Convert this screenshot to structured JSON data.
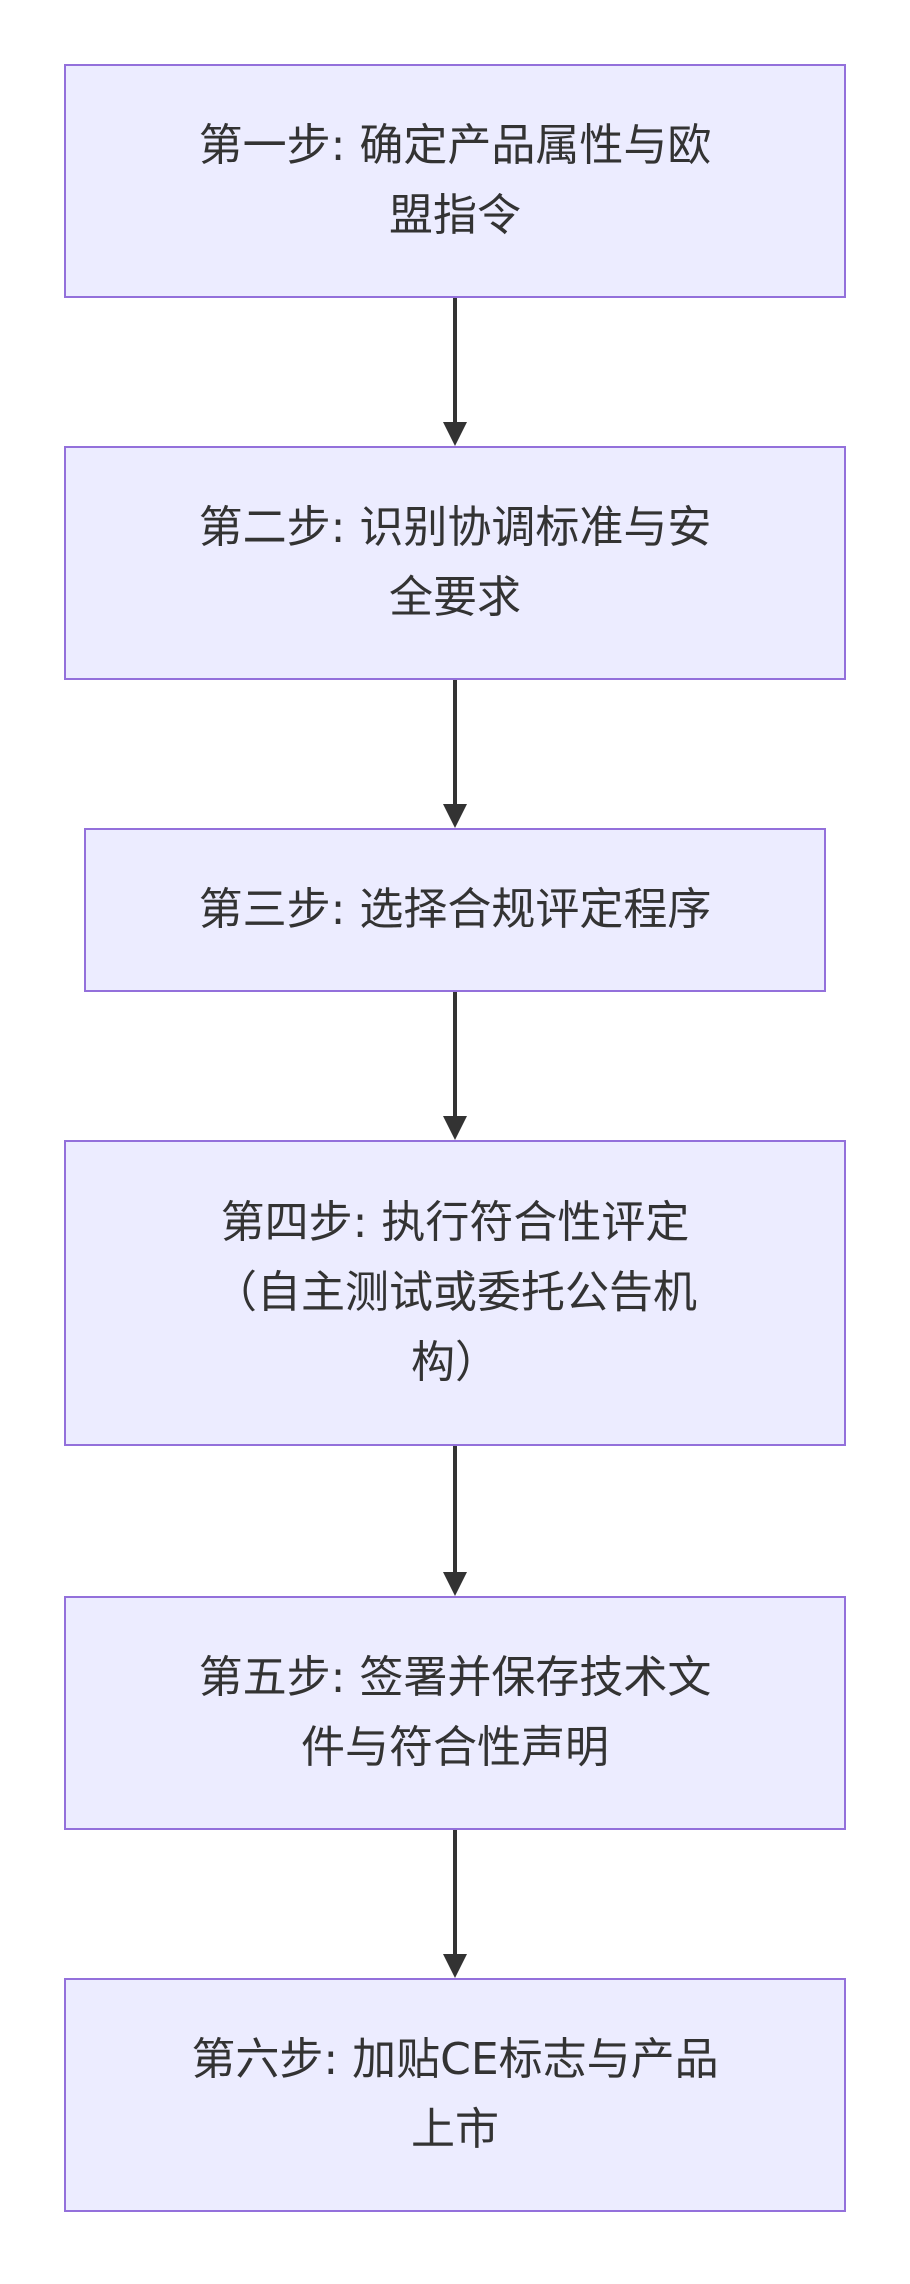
{
  "diagram": {
    "type": "flowchart",
    "direction": "top-to-bottom",
    "colors": {
      "node_fill": "#ececff",
      "node_border": "#9370db",
      "edge": "#333333",
      "text": "#333333"
    },
    "steps": [
      {
        "label": "第一步: 确定产品属性与欧\n盟指令"
      },
      {
        "label": "第二步: 识别协调标准与安\n全要求"
      },
      {
        "label": "第三步: 选择合规评定程序"
      },
      {
        "label": "第四步: 执行符合性评定\n（自主测试或委托公告机\n构）"
      },
      {
        "label": "第五步: 签署并保存技术文\n件与符合性声明"
      },
      {
        "label": "第六步: 加贴CE标志与产品\n上市"
      }
    ]
  }
}
